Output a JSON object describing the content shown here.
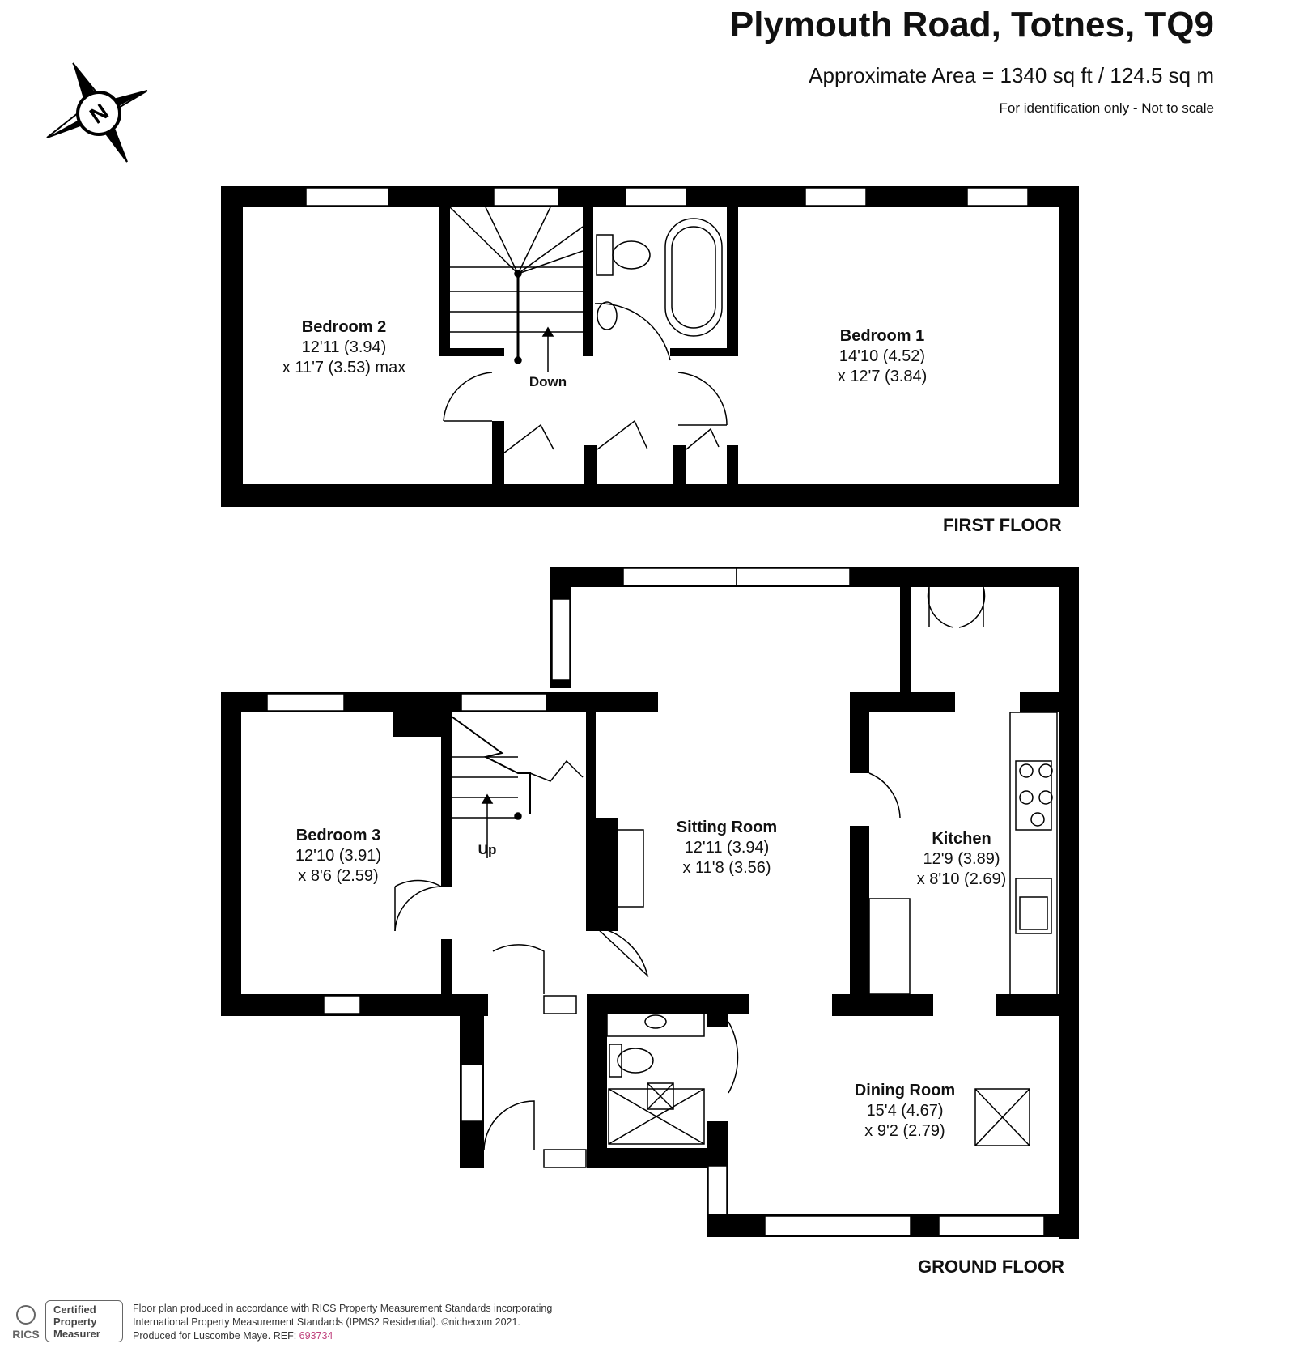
{
  "header": {
    "title": "Plymouth Road, Totnes, TQ9",
    "area": "Approximate Area = 1340 sq ft / 124.5 sq m",
    "identification": "For identification only - Not to scale"
  },
  "compass": {
    "label": "N"
  },
  "first_floor": {
    "label": "FIRST FLOOR",
    "rooms": [
      {
        "name": "Bedroom 2",
        "dim1": "12'11 (3.94)",
        "dim2": "x 11'7 (3.53) max"
      },
      {
        "name": "Bedroom 1",
        "dim1": "14'10 (4.52)",
        "dim2": "x 12'7 (3.84)"
      }
    ],
    "stairs_label": "Down"
  },
  "ground_floor": {
    "label": "GROUND FLOOR",
    "rooms": [
      {
        "name": "Bedroom 3",
        "dim1": "12'10 (3.91)",
        "dim2": "x 8'6 (2.59)"
      },
      {
        "name": "Sitting Room",
        "dim1": "12'11 (3.94)",
        "dim2": "x 11'8 (3.56)"
      },
      {
        "name": "Kitchen",
        "dim1": "12'9 (3.89)",
        "dim2": "x 8'10 (2.69)"
      },
      {
        "name": "Dining Room",
        "dim1": "15'4 (4.67)",
        "dim2": "x 9'2 (2.79)"
      }
    ],
    "stairs_label": "Up"
  },
  "footer": {
    "badge_rics": "RICS",
    "badge_cert_1": "Certified",
    "badge_cert_2": "Property",
    "badge_cert_3": "Measurer",
    "line1": "Floor plan produced in accordance with RICS Property Measurement Standards incorporating",
    "line2": "International Property Measurement Standards (IPMS2 Residential).  ©nichecom 2021.",
    "line3_prefix": "Produced for Luscombe Maye.   REF: ",
    "ref": "693734"
  }
}
